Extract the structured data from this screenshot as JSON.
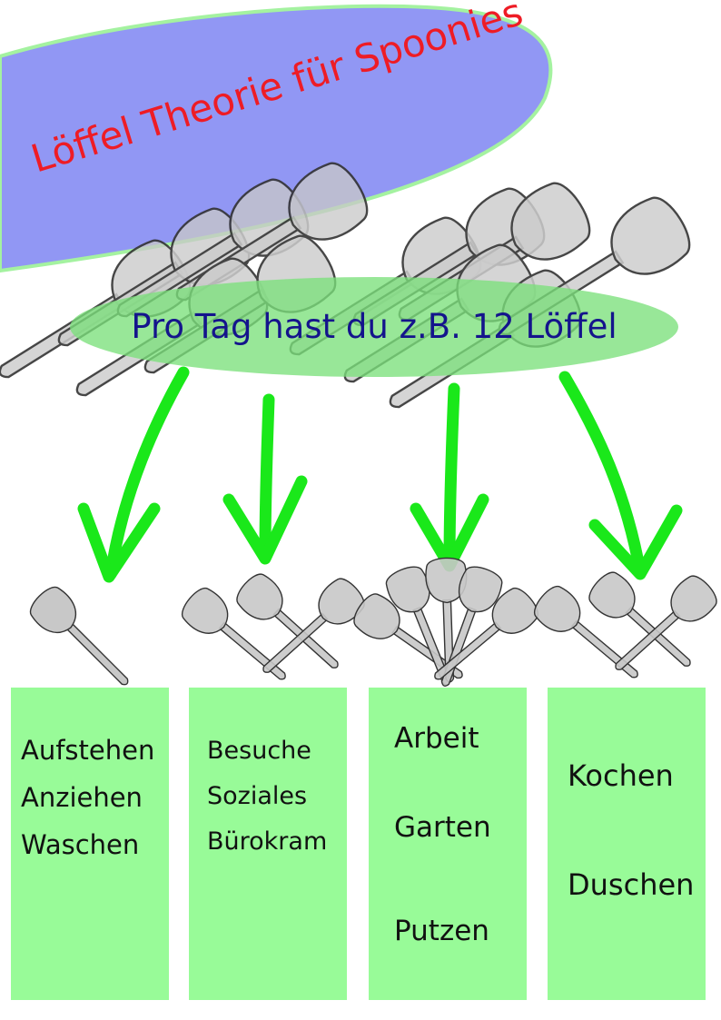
{
  "title": "Löffel Theorie für Spoonies",
  "subtitle": "Pro Tag hast du z.B. 12 Löffel",
  "colors": {
    "banner": "#9197f4",
    "banner_border": "#a4f2a0",
    "ellipse": "#7be07b",
    "arrow": "#1ae81a",
    "box": "#98fb98",
    "spoon_fill": "#c8c8c8",
    "spoon_stroke": "#333333",
    "title": "#ee1c25",
    "subtitle": "#14148c"
  },
  "icon": "spoon-icon",
  "groups": [
    {
      "spoons": 1,
      "activities": [
        "Aufstehen",
        "Anziehen",
        "Waschen"
      ]
    },
    {
      "spoons": 3,
      "activities": [
        "Besuche",
        "Soziales",
        "Bürokram"
      ]
    },
    {
      "spoons": 5,
      "activities": [
        "Arbeit",
        "Garten",
        "Putzen"
      ]
    },
    {
      "spoons": 3,
      "activities": [
        "Kochen",
        "Duschen"
      ]
    }
  ]
}
